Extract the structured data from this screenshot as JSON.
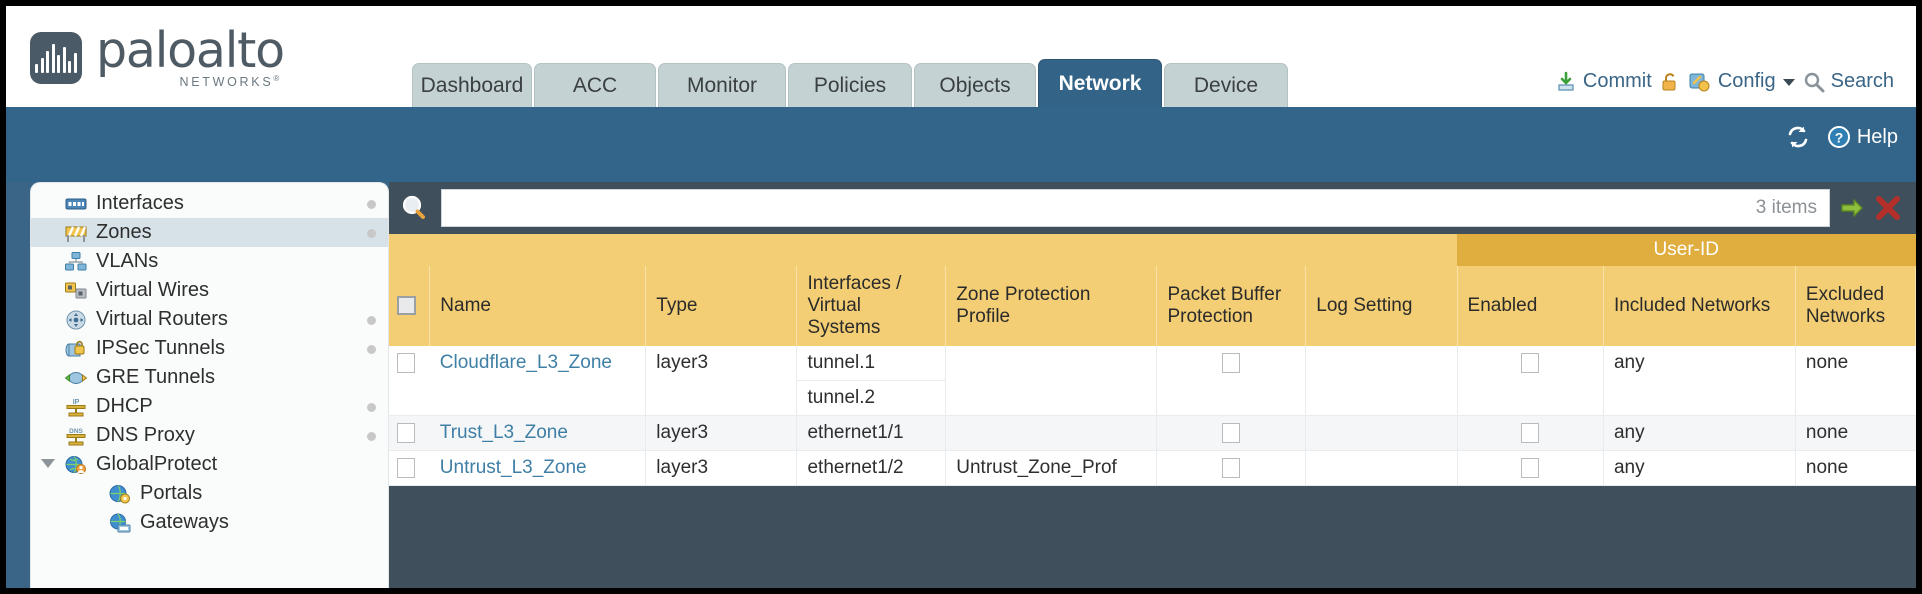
{
  "brand": {
    "name": "paloalto",
    "sub": "NETWORKS",
    "sub_mark": "®",
    "logo_icon": "paloalto-logo-icon"
  },
  "header": {
    "tabs": [
      {
        "label": "Dashboard",
        "active": false,
        "width": 120
      },
      {
        "label": "ACC",
        "active": false,
        "width": 122
      },
      {
        "label": "Monitor",
        "active": false,
        "width": 128
      },
      {
        "label": "Policies",
        "active": false,
        "width": 124
      },
      {
        "label": "Objects",
        "active": false,
        "width": 122
      },
      {
        "label": "Network",
        "active": true,
        "width": 124
      },
      {
        "label": "Device",
        "active": false,
        "width": 124
      }
    ],
    "actions": {
      "commit": "Commit",
      "commit_icon": "commit-save-icon",
      "lock_icon": "unlock-icon",
      "config": "Config",
      "config_icon": "config-wrench-icon",
      "config_caret_icon": "chevron-down-icon",
      "search": "Search",
      "search_icon": "search-icon"
    }
  },
  "band": {
    "refresh_icon": "refresh-icon",
    "help_label": "Help",
    "help_icon": "help-question-icon"
  },
  "sidebar": {
    "items": [
      {
        "label": "Interfaces",
        "icon": "interfaces-icon",
        "dot": true,
        "child": false,
        "selected": false,
        "expander": false
      },
      {
        "label": "Zones",
        "icon": "zones-barrier-icon",
        "dot": true,
        "child": false,
        "selected": true,
        "expander": false
      },
      {
        "label": "VLANs",
        "icon": "vlans-icon",
        "dot": false,
        "child": false,
        "selected": false,
        "expander": false
      },
      {
        "label": "Virtual Wires",
        "icon": "virtual-wires-icon",
        "dot": false,
        "child": false,
        "selected": false,
        "expander": false
      },
      {
        "label": "Virtual Routers",
        "icon": "virtual-routers-icon",
        "dot": true,
        "child": false,
        "selected": false,
        "expander": false
      },
      {
        "label": "IPSec Tunnels",
        "icon": "ipsec-tunnels-icon",
        "dot": true,
        "child": false,
        "selected": false,
        "expander": false
      },
      {
        "label": "GRE Tunnels",
        "icon": "gre-tunnels-icon",
        "dot": false,
        "child": false,
        "selected": false,
        "expander": false
      },
      {
        "label": "DHCP",
        "icon": "dhcp-icon",
        "dot": true,
        "child": false,
        "selected": false,
        "expander": false
      },
      {
        "label": "DNS Proxy",
        "icon": "dns-proxy-icon",
        "dot": true,
        "child": false,
        "selected": false,
        "expander": false
      },
      {
        "label": "GlobalProtect",
        "icon": "globalprotect-icon",
        "dot": false,
        "child": false,
        "selected": false,
        "expander": true
      },
      {
        "label": "Portals",
        "icon": "portals-icon",
        "dot": false,
        "child": true,
        "selected": false,
        "expander": false
      },
      {
        "label": "Gateways",
        "icon": "gateways-icon",
        "dot": false,
        "child": true,
        "selected": false,
        "expander": false
      }
    ]
  },
  "search": {
    "icon": "search-magnifier-icon",
    "value": "",
    "placeholder": "",
    "items_count": "3 items",
    "apply_icon": "apply-filter-arrow-icon",
    "clear_icon": "clear-filter-x-icon"
  },
  "table": {
    "group_headers": [
      {
        "label": "User-ID",
        "span": 3
      }
    ],
    "columns": [
      "Name",
      "Type",
      "Interfaces / Virtual Systems",
      "Zone Protection Profile",
      "Packet Buffer Protection",
      "Log Setting",
      "Enabled",
      "Included Networks",
      "Excluded Networks"
    ],
    "select_all_checkbox": false,
    "rows": [
      {
        "selected": false,
        "name": "Cloudflare_L3_Zone",
        "type": "layer3",
        "interfaces": [
          "tunnel.1",
          "tunnel.2"
        ],
        "zone_protection_profile": "",
        "packet_buffer_protection": false,
        "log_setting": "",
        "userid_enabled": false,
        "included_networks": "any",
        "excluded_networks": "none"
      },
      {
        "selected": false,
        "name": "Trust_L3_Zone",
        "type": "layer3",
        "interfaces": [
          "ethernet1/1"
        ],
        "zone_protection_profile": "",
        "packet_buffer_protection": false,
        "log_setting": "",
        "userid_enabled": false,
        "included_networks": "any",
        "excluded_networks": "none"
      },
      {
        "selected": false,
        "name": "Untrust_L3_Zone",
        "type": "layer3",
        "interfaces": [
          "ethernet1/2"
        ],
        "zone_protection_profile": "Untrust_Zone_Prof",
        "packet_buffer_protection": false,
        "log_setting": "",
        "userid_enabled": false,
        "included_networks": "any",
        "excluded_networks": "none"
      }
    ]
  },
  "colors": {
    "brand_blue": "#33658a",
    "tab_inactive": "#c5d2d4",
    "table_header": "#f3ce74",
    "table_group_header": "#e0ad3f",
    "link": "#3f7fa6",
    "panel_dark": "#3f4f5c"
  }
}
